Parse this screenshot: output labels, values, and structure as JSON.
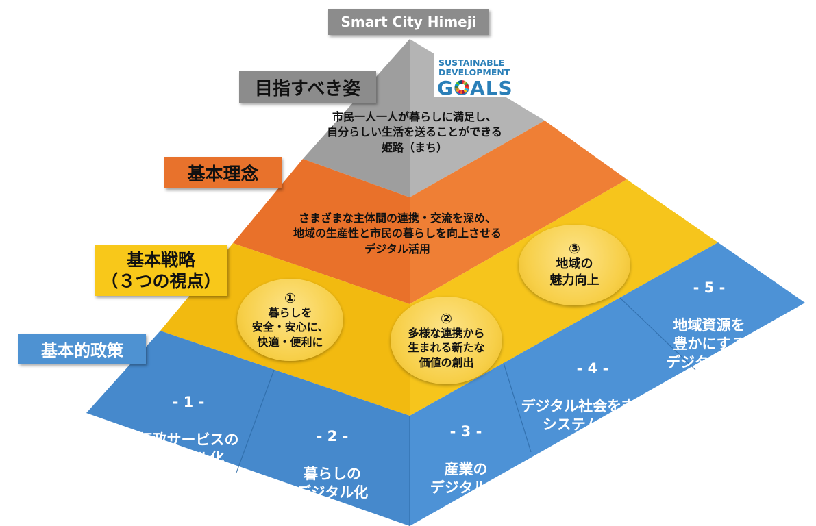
{
  "title": "Smart City Himeji",
  "sdg_logo": {
    "line1": "SUSTAINABLE",
    "line2": "DEVELOPMENT",
    "line3": "GOALS"
  },
  "levels": {
    "vision": {
      "label": "目指すべき姿",
      "text": "市民一人一人が暮らしに満足し、\n自分らしい生活を送ることができる\n姫路（まち）"
    },
    "philosophy": {
      "label": "基本理念",
      "text": "さまざまな主体間の連携・交流を深め、\n地域の生産性と市民の暮らしを向上させる\nデジタル活用"
    },
    "strategy": {
      "label": "基本戦略\n（３つの視点）",
      "viewpoints": [
        {
          "num": "①",
          "text": "暮らしを\n安全・安心に、\n快適・便利に"
        },
        {
          "num": "②",
          "text": "多様な連携から\n生まれる新たな\n価値の創出"
        },
        {
          "num": "③",
          "text": "地域の\n魅力向上"
        }
      ]
    },
    "policy": {
      "label": "基本的政策",
      "items": [
        {
          "num": "- 1 -",
          "text": "行政サービスの\nデジタル化"
        },
        {
          "num": "- 2 -",
          "text": "暮らしの\nデジタル化"
        },
        {
          "num": "- 3 -",
          "text": "産業の\nデジタル化"
        },
        {
          "num": "- 4 -",
          "text": "デジタル社会を支える\nシステム・技術"
        },
        {
          "num": "- 5 -",
          "text": "地域資源を\n豊かにする\nデジタル活用"
        }
      ]
    }
  },
  "colors": {
    "gray": "#a6a6a6",
    "orange": "#ed7d31",
    "yellow": "#f5be16",
    "blue": "#4a8fd3",
    "label_gray": "#8c8c8c",
    "label_orange": "#e8722c",
    "label_yellow": "#f8c81a",
    "label_blue": "#4e92d2"
  }
}
